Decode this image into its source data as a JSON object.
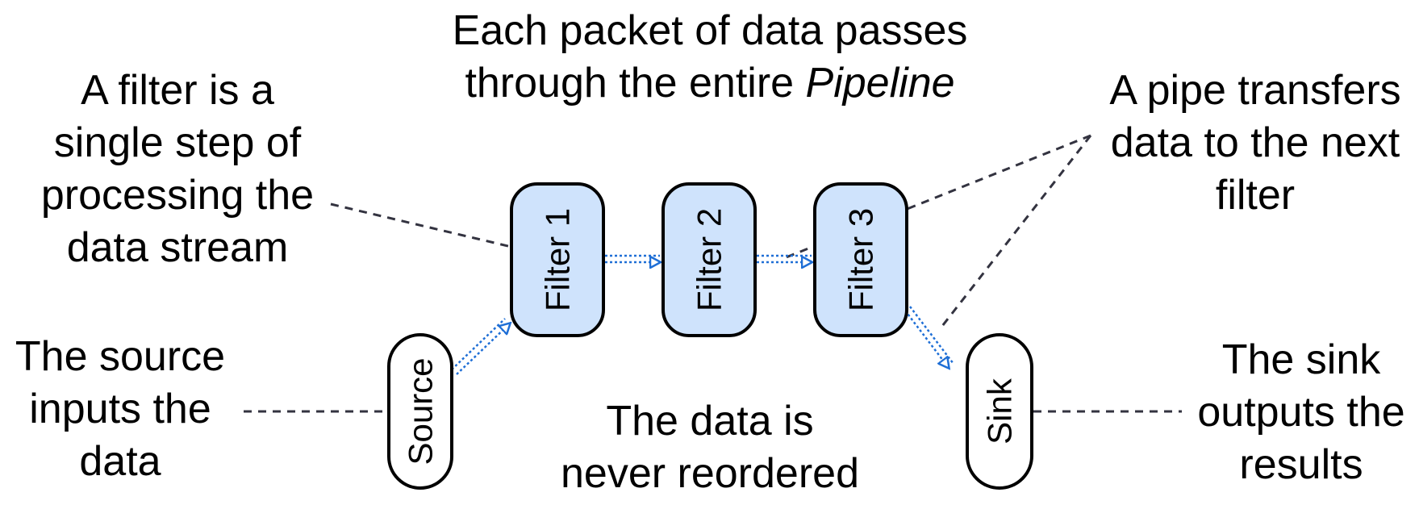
{
  "diagram": {
    "nodes": {
      "source": "Source",
      "filter1": "Filter 1",
      "filter2": "Filter 2",
      "filter3": "Filter 3",
      "sink": "Sink"
    },
    "annotations": {
      "top": {
        "line1": "Each packet of data passes",
        "line2_prefix": "through the entire ",
        "line2_emphasis": "Pipeline"
      },
      "filter": [
        "A filter is a",
        "single step of",
        "processing the",
        "data stream"
      ],
      "pipe": [
        "A pipe transfers",
        "data to the next",
        "filter"
      ],
      "source": [
        "The source",
        "inputs the",
        "data"
      ],
      "order": [
        "The data is",
        "never reordered"
      ],
      "sink": [
        "The sink",
        "outputs the",
        "results"
      ]
    },
    "colors": {
      "filter_fill": "#cfe3fc",
      "node_stroke": "#000000",
      "pipe_color": "#1f6fd6",
      "leader_color": "#333340"
    }
  }
}
